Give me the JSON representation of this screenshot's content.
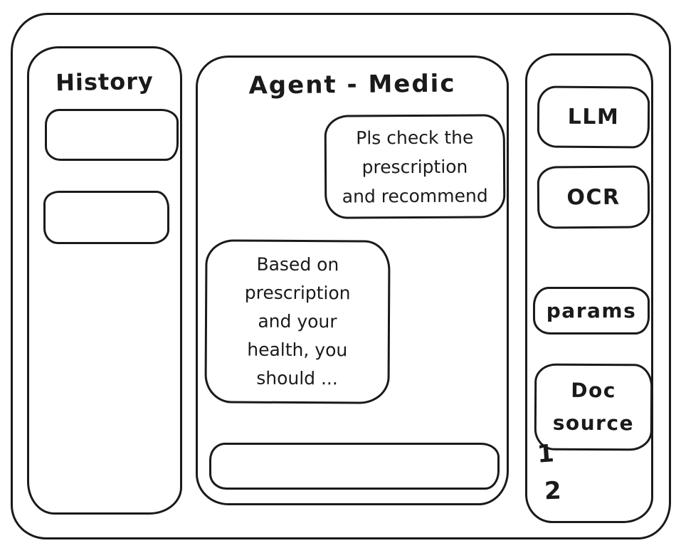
{
  "colors": {
    "stroke": "#1a1a1a",
    "background": "#ffffff"
  },
  "history_panel": {
    "title": "History",
    "items": [
      {
        "label": ""
      },
      {
        "label": ""
      }
    ]
  },
  "chat_panel": {
    "title": "Agent - Medic",
    "messages": [
      {
        "role": "user",
        "text": "Pls check the\nprescription\nand recommend"
      },
      {
        "role": "assistant",
        "text": "Based on\nprescription\nand your\nhealth, you\nshould ..."
      }
    ],
    "input_value": ""
  },
  "tools_panel": {
    "buttons": [
      {
        "label": "LLM"
      },
      {
        "label": "OCR"
      },
      {
        "label": "params"
      },
      {
        "label": "Doc\nsource"
      }
    ],
    "doc_items": [
      {
        "label": "1"
      },
      {
        "label": "2"
      }
    ]
  }
}
